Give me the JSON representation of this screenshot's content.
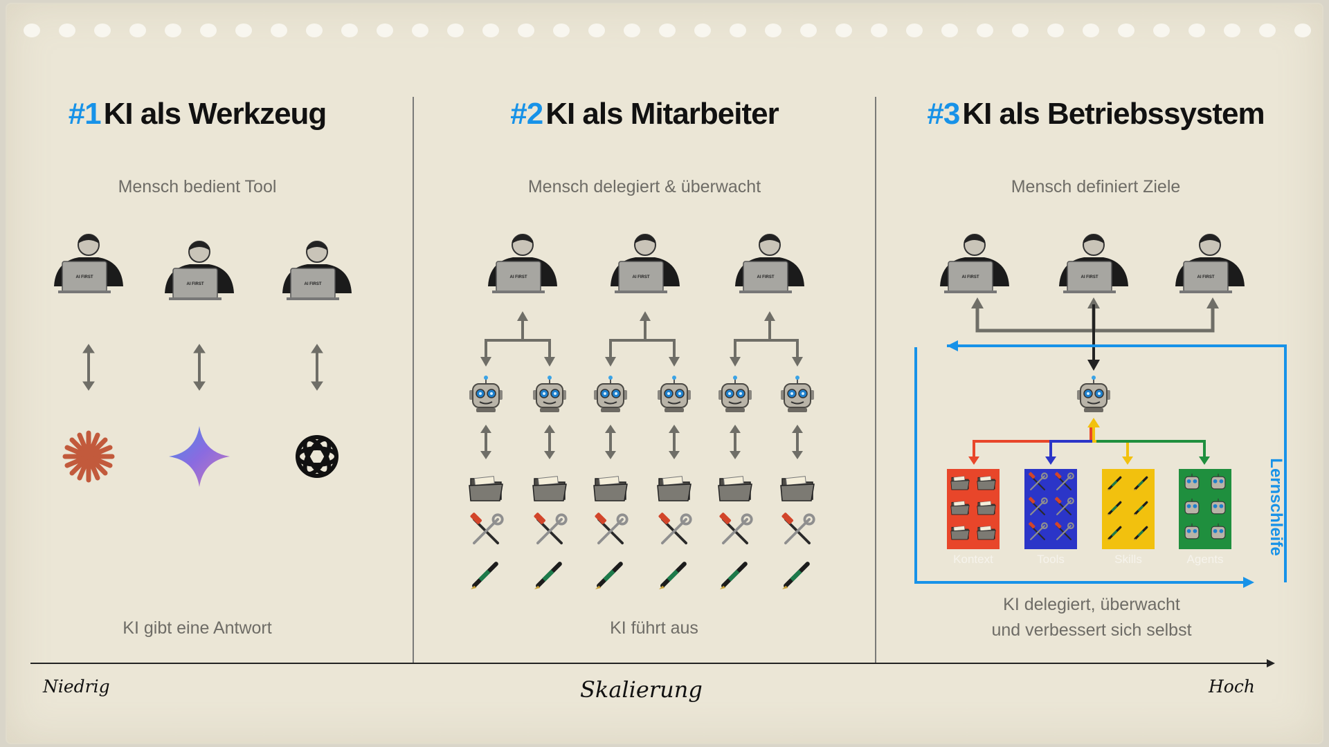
{
  "columns": [
    {
      "number": "#1",
      "title": "KI als Werkzeug",
      "subtitle": "Mensch bedient Tool",
      "bottom": "KI gibt eine Antwort",
      "laptop_label": "AI FIRST",
      "tools": [
        "claude-icon",
        "gemini-icon",
        "openai-icon"
      ]
    },
    {
      "number": "#2",
      "title": "KI als Mitarbeiter",
      "subtitle": "Mensch delegiert & überwacht",
      "bottom": "KI führt aus",
      "laptop_label": "AI FIRST"
    },
    {
      "number": "#3",
      "title": "KI als Betriebssystem",
      "subtitle": "Mensch definiert Ziele",
      "bottom_line1": "KI delegiert, überwacht",
      "bottom_line2": "und verbessert sich selbst",
      "laptop_label": "AI FIRST",
      "loop_label": "Lernschleife",
      "systems": [
        {
          "label": "Kontext",
          "color": "#e8462a",
          "icon": "folder-icon"
        },
        {
          "label": "Tools",
          "color": "#2b35c8",
          "icon": "tools-icon"
        },
        {
          "label": "Skills",
          "color": "#f2c10e",
          "icon": "pen-icon"
        },
        {
          "label": "Agents",
          "color": "#1f8f3e",
          "icon": "robot-icon"
        }
      ],
      "branch_colors": [
        "#e8462a",
        "#2b35c8",
        "#f2c10e",
        "#1f8f3e"
      ],
      "loop_color": "#1792e8"
    }
  ],
  "axis": {
    "low": "Niedrig",
    "label": "Skalierung",
    "high": "Hoch"
  },
  "colors": {
    "accent": "#1792e8",
    "arrow_gray": "#6f6e67"
  }
}
